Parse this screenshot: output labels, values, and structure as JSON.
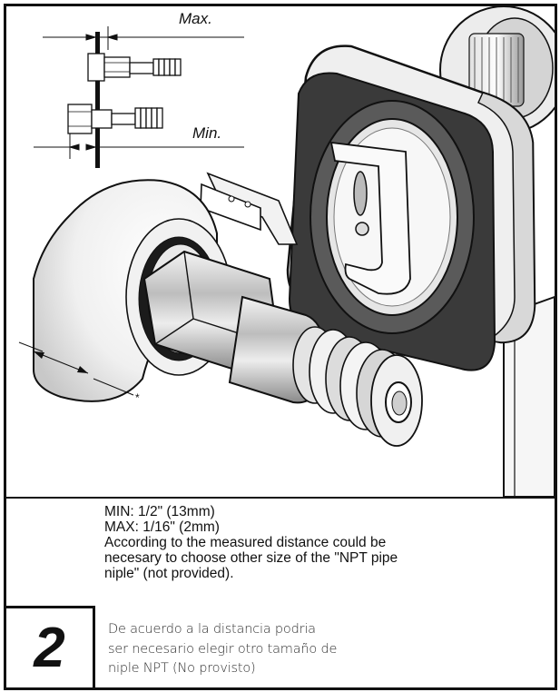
{
  "diagram": {
    "label_max": "Max.",
    "label_min": "Min.",
    "asterisk": "*"
  },
  "instructions": {
    "en_lines": [
      "MIN: 1/2\"  (13mm)",
      "MAX: 1/16\" (2mm)",
      "According  to the measured distance could be",
      "necesary to choose other size of the \"NPT pipe",
      "niple\" (not provided)."
    ],
    "es_lines": [
      "De acuerdo a la distancia podria",
      "ser necesario elegir otro tamaño de",
      "niple NPT (No provisto)"
    ]
  },
  "step": {
    "number": "2"
  }
}
